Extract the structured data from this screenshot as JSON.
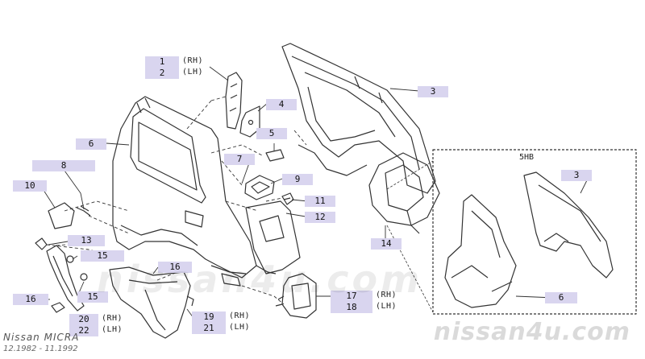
{
  "model": {
    "title": "Nissan MICRA",
    "dates": "12.1982 - 11.1992"
  },
  "watermark": "nissan4u.com",
  "inset": {
    "label": "5HB"
  },
  "sides": {
    "rh": "(RH)",
    "lh": "(LH)"
  },
  "callouts": [
    {
      "id": "c1",
      "label": "1"
    },
    {
      "id": "c2",
      "label": "2"
    },
    {
      "id": "c3",
      "label": "3"
    },
    {
      "id": "c4",
      "label": "4"
    },
    {
      "id": "c5",
      "label": "5"
    },
    {
      "id": "c6",
      "label": "6"
    },
    {
      "id": "c7",
      "label": "7"
    },
    {
      "id": "c8",
      "label": "8"
    },
    {
      "id": "c9",
      "label": "9"
    },
    {
      "id": "c10",
      "label": "10"
    },
    {
      "id": "c11",
      "label": "11"
    },
    {
      "id": "c12",
      "label": "12"
    },
    {
      "id": "c13",
      "label": "13"
    },
    {
      "id": "c14",
      "label": "14"
    },
    {
      "id": "c15a",
      "label": "15"
    },
    {
      "id": "c15b",
      "label": "15"
    },
    {
      "id": "c16a",
      "label": "16"
    },
    {
      "id": "c16b",
      "label": "16"
    },
    {
      "id": "c17",
      "label": "17"
    },
    {
      "id": "c18",
      "label": "18"
    },
    {
      "id": "c19",
      "label": "19"
    },
    {
      "id": "c20",
      "label": "20"
    },
    {
      "id": "c21",
      "label": "21"
    },
    {
      "id": "c22",
      "label": "22"
    },
    {
      "id": "c3i",
      "label": "3"
    },
    {
      "id": "c6i",
      "label": "6"
    }
  ],
  "colors": {
    "callout_bg": "#d9d5ef",
    "line": "#333333",
    "watermark": "#cccccc"
  }
}
